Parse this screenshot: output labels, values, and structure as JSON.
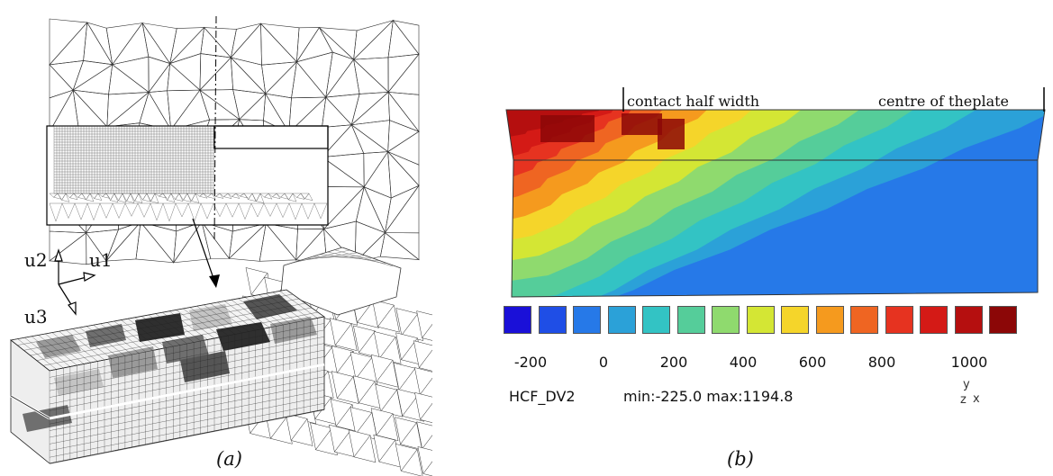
{
  "panel_a": {
    "caption": "(a)",
    "axis_labels": {
      "u1": "u1",
      "u2": "u2",
      "u3": "u3"
    }
  },
  "panel_b": {
    "caption": "(b)",
    "annotations": {
      "contact": "contact  half width",
      "centre": "centre of theplate"
    },
    "colorbar": {
      "colors": [
        "#1a10d8",
        "#1f4ee6",
        "#2679e8",
        "#2ba1d8",
        "#33c3c4",
        "#55cd9a",
        "#8fda6e",
        "#d4e634",
        "#f5d52a",
        "#f59a1e",
        "#ef6522",
        "#e63320",
        "#d41a16",
        "#b50f0f",
        "#8c0707"
      ],
      "tick_labels": [
        "-200",
        "0",
        "200",
        "400",
        "600",
        "800",
        "1000"
      ]
    },
    "info": {
      "variable": "HCF_DV2",
      "range": "min:-225.0 max:1194.8"
    },
    "triad": {
      "y": "y",
      "z": "z",
      "x": "x"
    }
  }
}
